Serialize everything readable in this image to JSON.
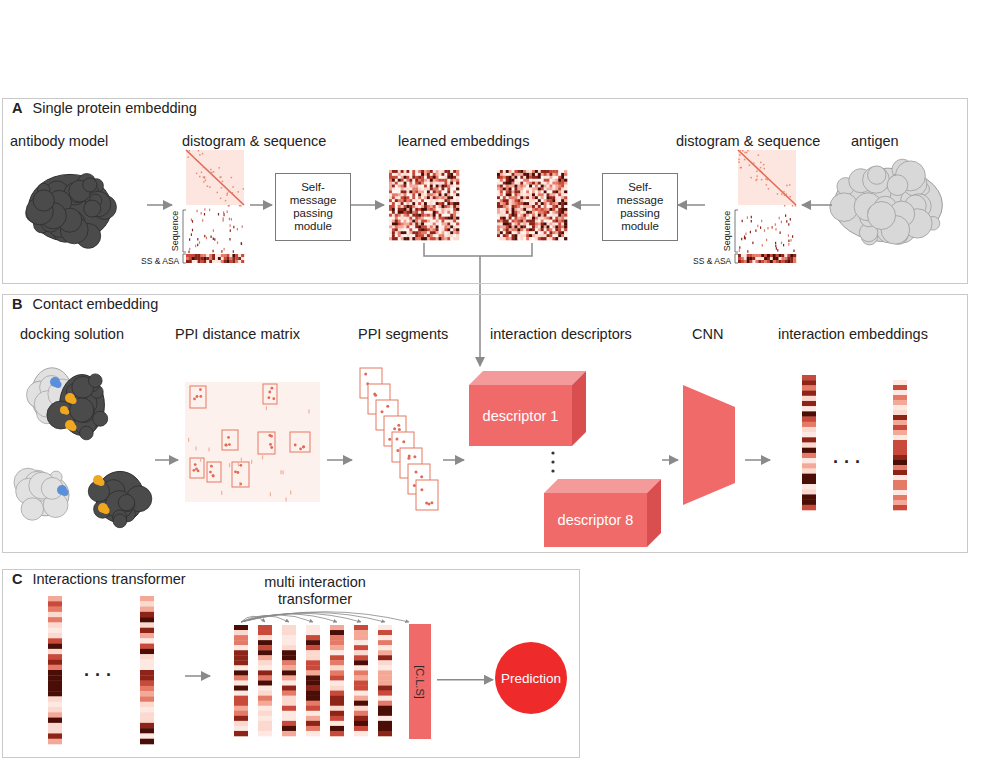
{
  "diagram": {
    "nodes": [
      {
        "text": [
          "A",
          "Single protein embedding"
        ]
      },
      {
        "text": [
          "Self-message passing module"
        ],
        "in": 0
      },
      {
        "text": [
          "Self-message passing module"
        ],
        "in": 0
      },
      {
        "text": [
          "B",
          "Contact embedding"
        ]
      },
      {
        "text": [
          "descriptor 1"
        ],
        "in": 3
      },
      {
        "text": [
          "descriptor 8"
        ],
        "in": 3
      },
      {
        "text": [
          "C",
          "Interactions transformer"
        ]
      },
      {
        "text": [
          "[C.L.S]"
        ],
        "in": 6
      },
      {
        "text": [
          "Prediction"
        ],
        "in": 6
      }
    ],
    "edges": [
      {
        "from": 7,
        "to": 8,
        "arrow": "to"
      }
    ],
    "labels": [
      "antibody model",
      "distogram & sequence",
      "Sequence",
      "SS & ASA",
      "learned embeddings",
      "distogram & sequence",
      "Sequence",
      "SS & ASA",
      "antigen",
      "docking solution",
      "PPI distance matrix",
      "PPI segments",
      "interaction descriptors",
      "CNN",
      "interaction embeddings",
      "· · ·",
      "· · ·",
      "multi interaction transformer"
    ]
  }
}
